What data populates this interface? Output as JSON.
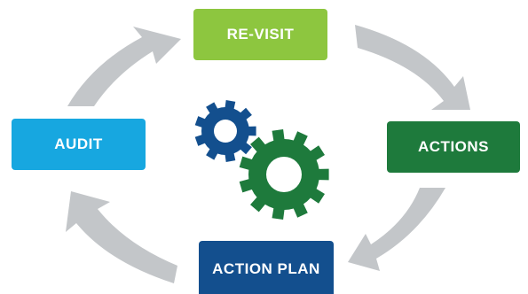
{
  "stages": [
    {
      "id": "revisit",
      "label": "RE-VISIT",
      "color": "#8dc63f"
    },
    {
      "id": "actions",
      "label": "ACTIONS",
      "color": "#1e7a3c"
    },
    {
      "id": "action_plan",
      "label": "ACTION PLAN",
      "color": "#134f8e"
    },
    {
      "id": "audit",
      "label": "AUDIT",
      "color": "#17a7e0"
    }
  ],
  "arrow_color": "#c3c6c9",
  "gears": [
    {
      "name": "small-gear",
      "color": "#134f8e"
    },
    {
      "name": "large-gear",
      "color": "#1e7a3c"
    }
  ]
}
